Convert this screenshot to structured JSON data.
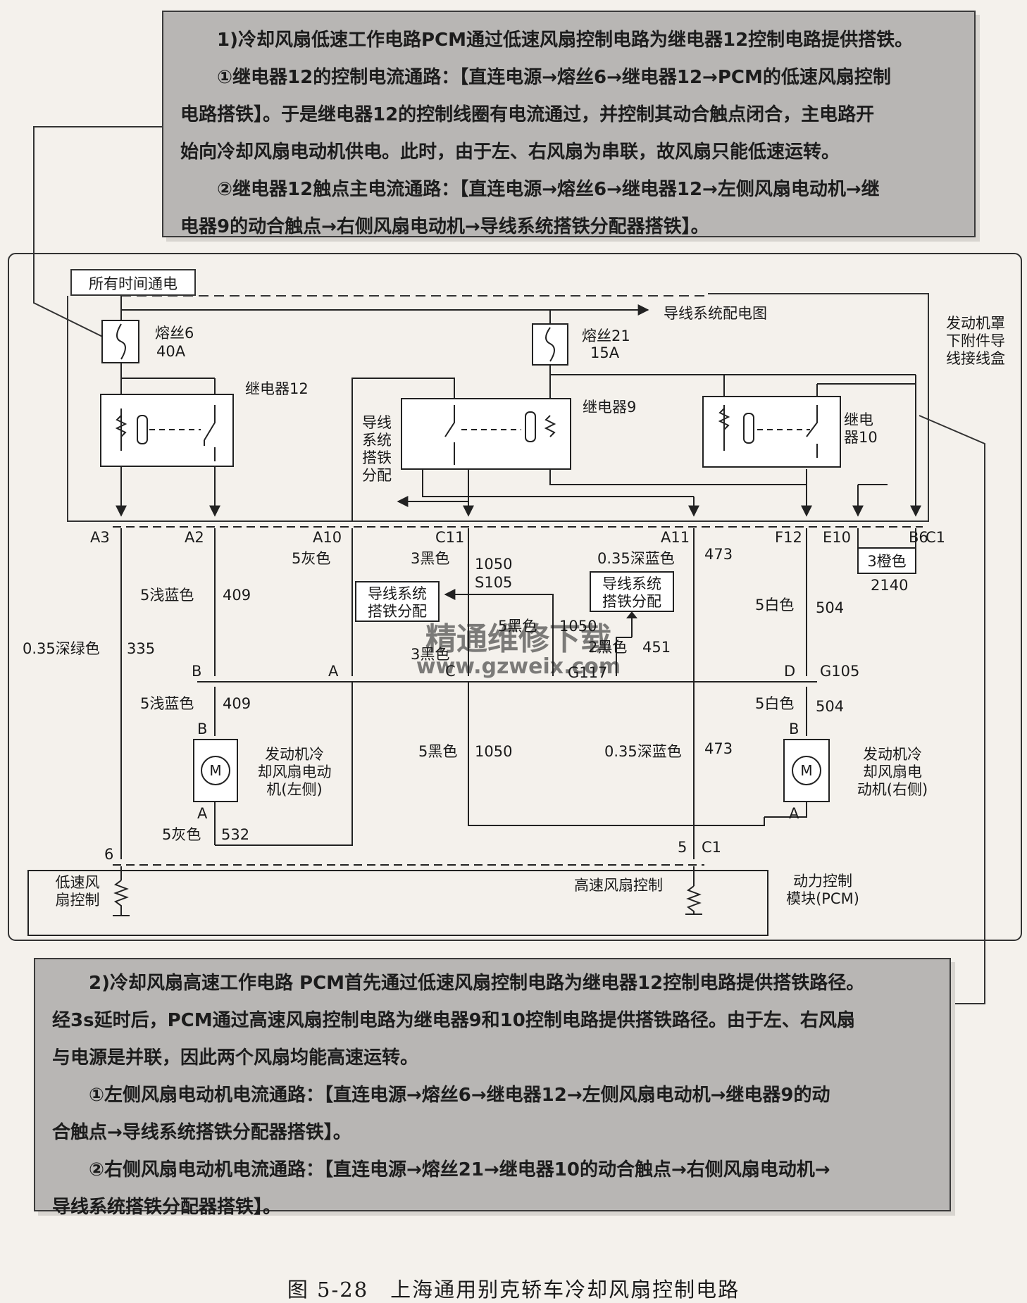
{
  "note_top": {
    "para1": "1)冷却风扇低速工作电路PCM通过低速风扇控制电路为继电器12控制电路提供搭铁。",
    "para2_line1": "①继电器12的控制电流通路：【直连电源→熔丝6→继电器12→PCM的低速风扇控制",
    "para2_line2": "电路搭铁】。于是继电器12的控制线圈有电流通过，并控制其动合触点闭合，主电路开",
    "para2_line3": "始向冷却风扇电动机供电。此时，由于左、右风扇为串联，故风扇只能低速运转。",
    "para3_line1": "②继电器12触点主电流通路：【直连电源→熔丝6→继电器12→左侧风扇电动机→继",
    "para3_line2": "电器9的动合触点→右侧风扇电动机→导线系统搭铁分配器搭铁】。"
  },
  "note_bottom": {
    "para1_line1": "2)冷却风扇高速工作电路 PCM首先通过低速风扇控制电路为继电器12控制电路提供搭铁路径。",
    "para1_line2": "经3s延时后，PCM通过高速风扇控制电路为继电器9和10控制电路提供搭铁路径。由于左、右风扇",
    "para1_line3": "与电源是并联，因此两个风扇均能高速运转。",
    "para2_line1": "①左侧风扇电动机电流通路：【直连电源→熔丝6→继电器12→左侧风扇电动机→继电器9的动",
    "para2_line2": "合触点→导线系统搭铁分配器搭铁】。",
    "para3_line1": "②右侧风扇电动机电流通路：【直连电源→熔丝21→继电器10的动合触点→右侧风扇电动机→",
    "para3_line2": "导线系统搭铁分配器搭铁】。"
  },
  "diagram": {
    "always_on": "所有时间通电",
    "wiring_ref": "导线系统配电图",
    "fuse6_name": "熔丝6",
    "fuse6_rating": "40A",
    "fuse21_name": "熔丝21",
    "fuse21_rating": "15A",
    "relay12": "继电器12",
    "relay9": "继电器9",
    "relay10_a": "继电",
    "relay10_b": "器10",
    "ground_dist_v": [
      "导线",
      "系统",
      "搭铁",
      "分配"
    ],
    "box_label": [
      "发动机罩",
      "下附件导",
      "线接线盒"
    ],
    "pins": [
      "A3",
      "A2",
      "A10",
      "C11",
      "A11",
      "F12",
      "E10",
      "B6",
      "C1"
    ],
    "wire_a3_color": "0.35深绿色",
    "wire_a3_num": "335",
    "wire_a2_color": "5浅蓝色",
    "wire_a2_num": "409",
    "wire_a10_color": "5灰色",
    "wire_c11_color": "3黑色",
    "wire_c11_num": "1050",
    "splice_s105": "S105",
    "wire_a11_color": "0.35深蓝色",
    "wire_a11_num": "473",
    "wire_f12_color": "5白色",
    "wire_f12_num": "504",
    "wire_b6_color": "3橙色",
    "wire_b6_num": "2140",
    "gnd_box1_a": "导线系统",
    "gnd_box1_b": "搭铁分配",
    "gnd_box2_a": "导线系统",
    "gnd_box2_b": "搭铁分配",
    "g117_black5": "5黑色",
    "g117_num": "1050",
    "g117_black2": "2黑色",
    "g117_num2": "451",
    "g117_black3": "3黑色",
    "conn_b": "B",
    "conn_a": "A",
    "conn_c": "C",
    "ground_g117": "G117",
    "conn_d": "D",
    "ground_g105": "G105",
    "motor_left_b_color": "5浅蓝色",
    "motor_left_b_num": "409",
    "motor_left_pin_b": "B",
    "motor_left_pin_a": "A",
    "motor_left_label": [
      "发动机冷",
      "却风扇电动",
      "机(左侧)"
    ],
    "motor_left_a_color": "5灰色",
    "motor_left_a_num": "532",
    "wire_1050_color": "5黑色",
    "wire_1050_num": "1050",
    "wire_473_color": "0.35深蓝色",
    "wire_473_num": "473",
    "motor_right_b_color": "5白色",
    "motor_right_b_num": "504",
    "motor_right_pin_b": "B",
    "motor_right_pin_a": "A",
    "motor_right_label": [
      "发动机冷",
      "却风扇电",
      "动机(右侧)"
    ],
    "motor_symbol": "M",
    "pcm_pin6": "6",
    "pcm_pin5": "5",
    "pcm_pin_c1": "C1",
    "low_fan": [
      "低速风",
      "扇控制"
    ],
    "high_fan": "高速风扇控制",
    "pcm_label": [
      "动力控制",
      "模块(PCM)"
    ],
    "watermark_cn": "精通维修下载",
    "watermark_url": "www.gzweix.com"
  },
  "caption": "图 5-28　上海通用别克轿车冷却风扇控制电路"
}
